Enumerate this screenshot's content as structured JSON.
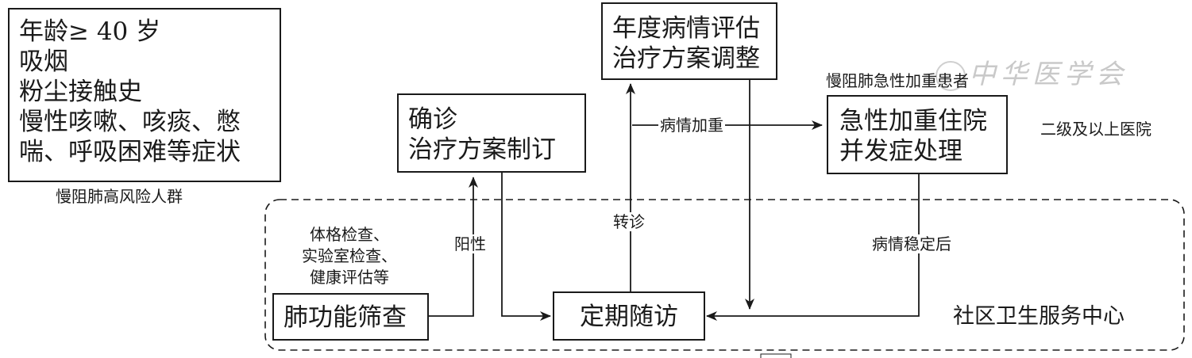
{
  "boxes": {
    "high_risk": {
      "lines": [
        "年龄≥ 40 岁",
        "吸烟",
        "粉尘接触史",
        "慢性咳嗽、咳痰、憋",
        "喘、呼吸困难等症状"
      ],
      "caption": "慢阻肺高风险人群"
    },
    "diagnosis": {
      "lines": [
        "确诊",
        "治疗方案制订"
      ]
    },
    "annual": {
      "lines": [
        "年度病情评估",
        "治疗方案调整"
      ]
    },
    "hospital": {
      "lines": [
        "急性加重住院",
        "并发症处理"
      ],
      "caption": "慢阻肺急性加重患者"
    },
    "screening": {
      "lines": [
        "肺功能筛查"
      ]
    },
    "followup": {
      "lines": [
        "定期随访"
      ]
    }
  },
  "labels": {
    "exam": [
      "体格检查、",
      "实验室检查、",
      "健康评估等"
    ],
    "positive": "阳性",
    "referral": "转诊",
    "worsening": "病情加重",
    "stable": "病情稳定后",
    "secondary_hospital": "二级及以上医院",
    "community_center": "社区卫生服务中心"
  },
  "watermark": "中华医学会"
}
